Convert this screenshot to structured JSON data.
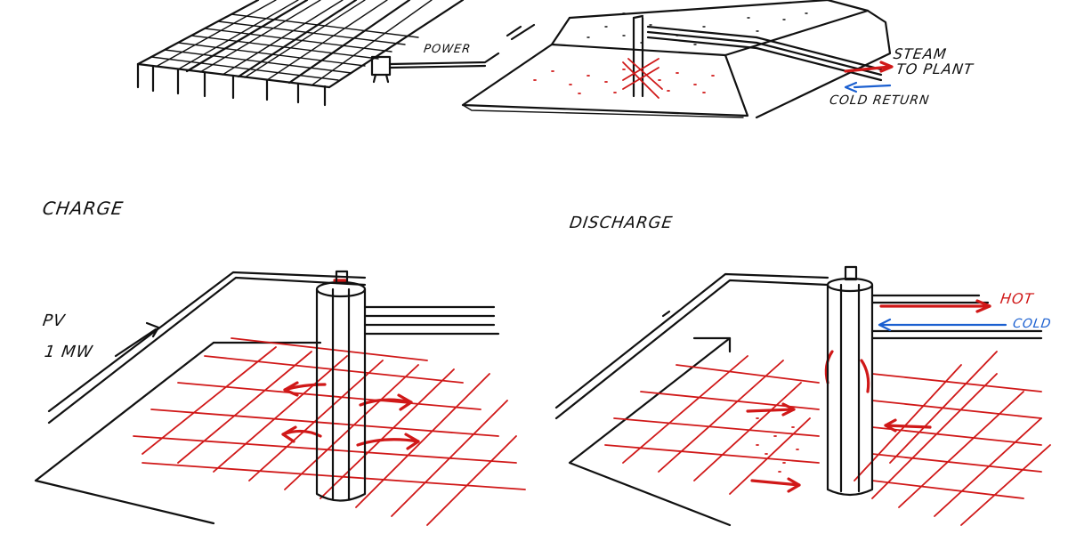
{
  "labels": {
    "power": "POWER",
    "steam_line1": "STEAM",
    "steam_line2": "TO PLANT",
    "cold_return": "COLD RETURN",
    "charge": "CHARGE",
    "discharge": "DISCHARGE",
    "pv_line1": "PV",
    "pv_line2": "1 MW",
    "hot": "HOT",
    "cold": "COLD"
  },
  "colors": {
    "ink": "#111111",
    "heat": "#d01818",
    "cold": "#1a5fd0"
  }
}
